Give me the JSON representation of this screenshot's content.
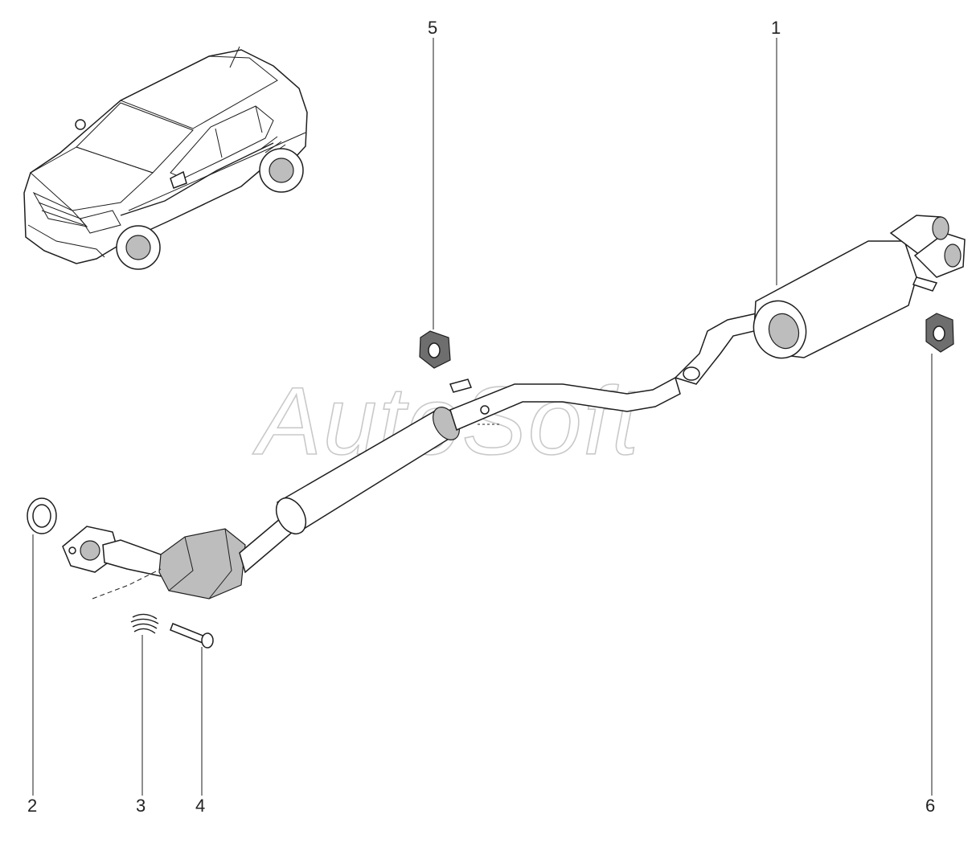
{
  "watermark": "AutoSoft",
  "callouts": [
    {
      "id": "1",
      "label": "1"
    },
    {
      "id": "2",
      "label": "2"
    },
    {
      "id": "3",
      "label": "3"
    },
    {
      "id": "4",
      "label": "4"
    },
    {
      "id": "5",
      "label": "5"
    },
    {
      "id": "6",
      "label": "6"
    }
  ],
  "icons": {
    "vehicle": "car-locator-icon",
    "exhaust": "exhaust-system-icon"
  }
}
